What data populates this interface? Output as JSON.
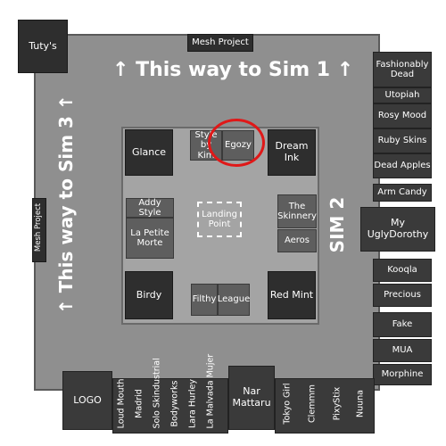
{
  "header": {
    "tutys": "Tuty's",
    "mesh_project_top": "Mesh Project",
    "mesh_project_left": "Mesh Project"
  },
  "directions": {
    "sim1": "↑ This way to Sim 1 ↑",
    "sim3": "↑ This way to Sim 3 ↑",
    "sim2": "SIM 2"
  },
  "inner": {
    "glance": "Glance",
    "style_by_kim": "Style by Kim",
    "egozy": "Egozy",
    "dream_ink": "Dream Ink",
    "addy_style": "Addy Style",
    "la_petite_morte": "La Petite Morte",
    "landing_point": "Landing Point",
    "the_skinnery": "The Skinnery",
    "aeros": "Aeros",
    "birdy": "Birdy",
    "filthy": "Filthy",
    "league": "League",
    "red_mint": "Red Mint"
  },
  "right_column": [
    "Fashionably Dead",
    "Utopiah",
    "Rosy Mood",
    "Ruby Skins",
    "Dead Apples",
    "Arm Candy",
    "My UglyDorothy",
    "Kooqla",
    "Precious",
    "Fake",
    "MUA",
    "Morphine"
  ],
  "bottom_row": {
    "logo": "LOGO",
    "vertical": [
      "Loud Mouth",
      "Madrid",
      "Solo Skindustrial",
      "Bodyworks",
      "Lara Hurley",
      "La Malvada Mujer"
    ],
    "nar_mattaru": "Nar Mattaru",
    "vertical2": [
      "Tokyo Girl",
      "Clemmm",
      "PixyStix",
      "Nuuna"
    ]
  },
  "colors": {
    "highlight": "#e01818"
  }
}
